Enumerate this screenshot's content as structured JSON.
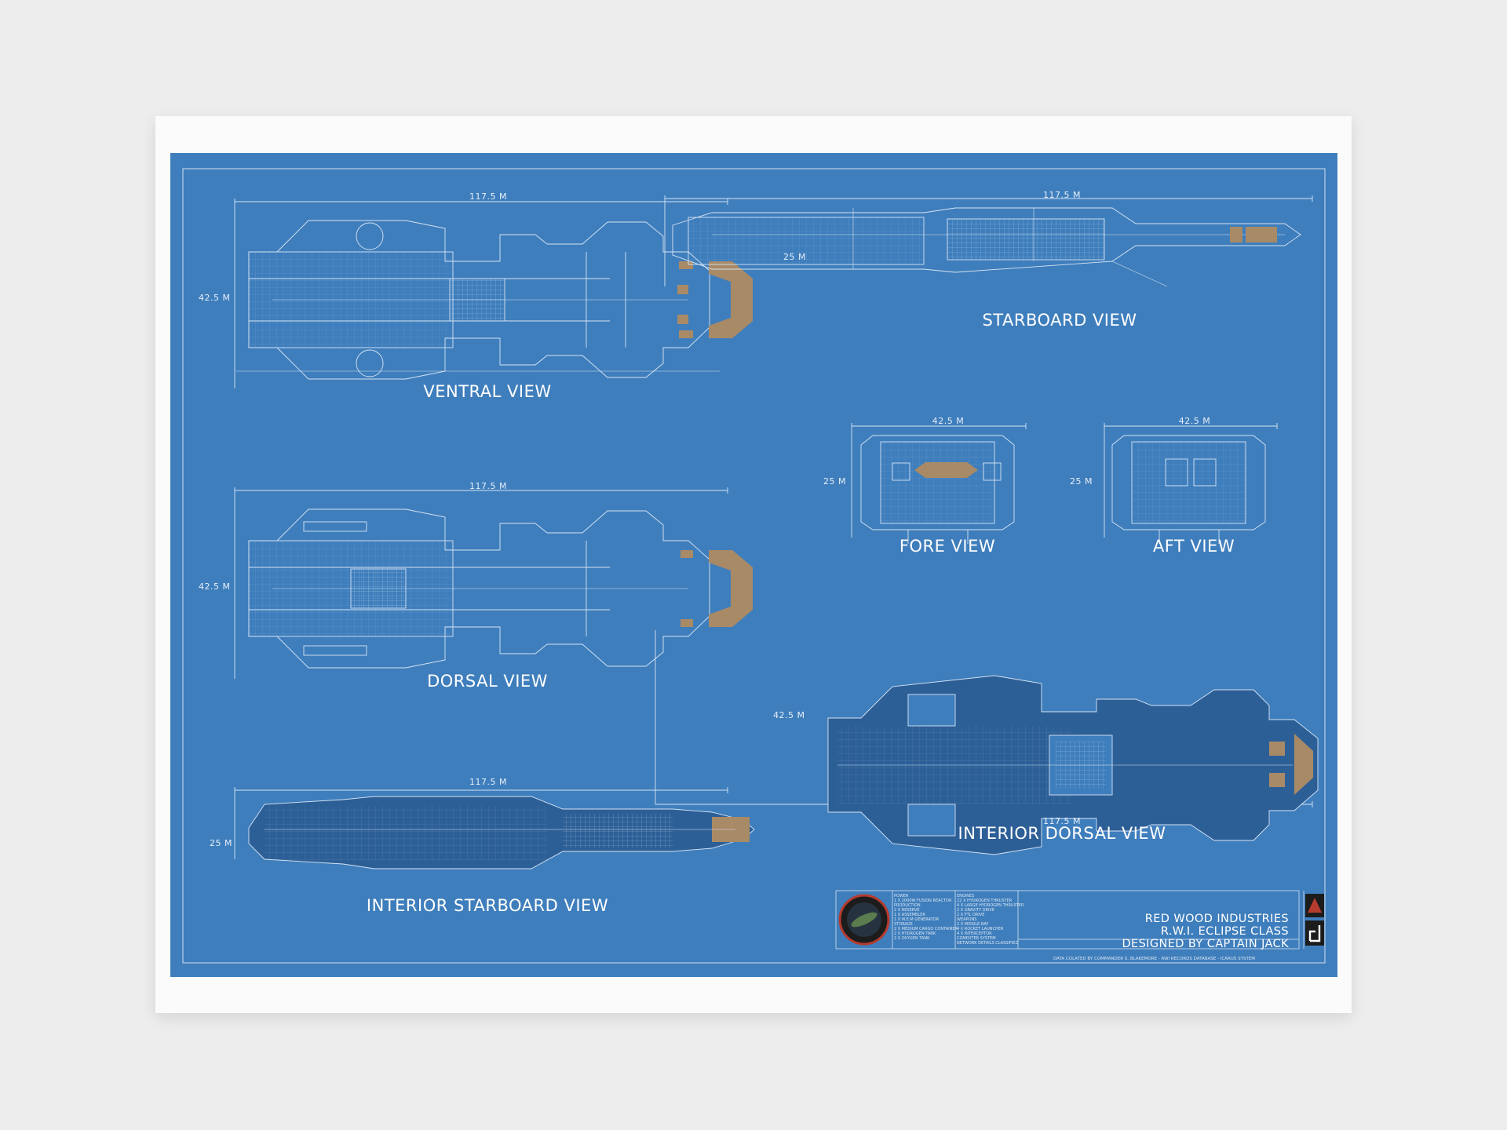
{
  "colors": {
    "blueprint": "#3f7ebc",
    "line": "#cfe0f2",
    "highlight": "#a98a66",
    "interior_dark": "#2d5f97",
    "paper": "#fbfbfb",
    "wall": "#ededed"
  },
  "views": {
    "ventral": "VENTRAL VIEW",
    "starboard": "STARBOARD VIEW",
    "dorsal": "DORSAL VIEW",
    "fore": "FORE VIEW",
    "aft": "AFT VIEW",
    "interior_starboard": "INTERIOR STARBOARD VIEW",
    "interior_dorsal": "INTERIOR DORSAL VIEW"
  },
  "dimensions": {
    "length": "117.5 M",
    "width": "42.5 M",
    "height": "25 M"
  },
  "title_block": {
    "company": "RED WOOD INDUSTRIES",
    "ship_class": "R.W.I. ECLIPSE CLASS",
    "designer": "DESIGNED BY CAPTAIN JACK",
    "credit": "DATA COLATED BY COMMANDER S. BLAKEMORE - RWI RECORDS DATABASE - ICARUS SYSTEM",
    "spec_col1": [
      "POWER",
      "1 X 2000W FUSION REACTOR",
      "PRODUCTION",
      "2 X RESERVE",
      "1 X ASSEMBLER",
      "1 X M.E.M GENERATOR",
      "STORAGE",
      "2 X MEDIUM CARGO CONTAINER",
      "2 X HYDROGEN TANK",
      "2 X OXYGEN TANK"
    ],
    "spec_col2": [
      "ENGINES",
      "22 X HYDROGEN THRUSTER",
      "4 X LARGE HYDROGEN THRUSTER",
      "2 X GRAVITY DRIVE",
      "2 X FTL DRIVE",
      "WEAPONS",
      "2 X MISSILE BAY",
      "4 X ROCKET LAUNCHER",
      "4 X INTERCEPTOR",
      "COMPUTER SYSTEM",
      "NETWORK DETAILS CLASSIFIED"
    ]
  }
}
